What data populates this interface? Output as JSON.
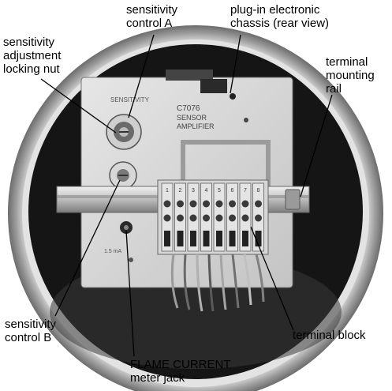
{
  "device": {
    "model_text": "C7076",
    "name_line1": "SENSOR",
    "name_line2": "AMPLIFIER",
    "panel_text": "SENSITIVITY",
    "jack_text": "1.5 mA",
    "terminal_numbers": [
      "1",
      "2",
      "3",
      "4",
      "5",
      "6",
      "7",
      "8"
    ]
  },
  "labels": {
    "sensitivity_control_a": "sensitivity\ncontrol A",
    "plug_in_chassis": "plug-in electronic\nchassis (rear view)",
    "sensitivity_locking_nut": "sensitivity\nadjustment\nlocking nut",
    "terminal_mounting_rail": "terminal\nmounting\nrail",
    "sensitivity_control_b": "sensitivity\ncontrol B",
    "terminal_block": "terminal block",
    "flame_current_jack": "FLAME CURRENT\nmeter jack"
  }
}
